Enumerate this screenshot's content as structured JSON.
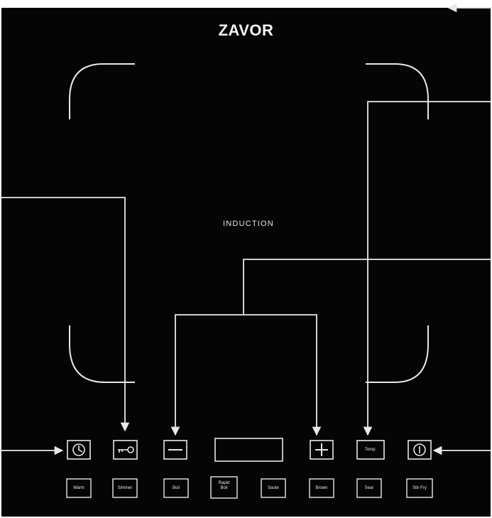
{
  "brand": {
    "logo_text": "ZAVOR",
    "center_label": "INDUCTION"
  },
  "top_controls": [
    {
      "name": "timer-button",
      "icon": "clock-icon"
    },
    {
      "name": "lock-button",
      "icon": "key-icon"
    },
    {
      "name": "minus-button",
      "icon": "minus-icon"
    },
    {
      "name": "display-window",
      "icon": "display"
    },
    {
      "name": "plus-button",
      "icon": "plus-icon"
    },
    {
      "name": "temp-button",
      "label": "Temp."
    },
    {
      "name": "power-button",
      "icon": "power-icon"
    }
  ],
  "preset_buttons": [
    {
      "label": "Warm"
    },
    {
      "label": "Simmer"
    },
    {
      "label": "Boil"
    },
    {
      "label_line1": "Rapid",
      "label_line2": "Boil"
    },
    {
      "label": "Saute"
    },
    {
      "label": "Brown"
    },
    {
      "label": "Sear"
    },
    {
      "label": "Stir-Fry"
    }
  ],
  "colors": {
    "panel": "#050505",
    "lines": "#e8e8e8",
    "background": "#ffffff"
  }
}
